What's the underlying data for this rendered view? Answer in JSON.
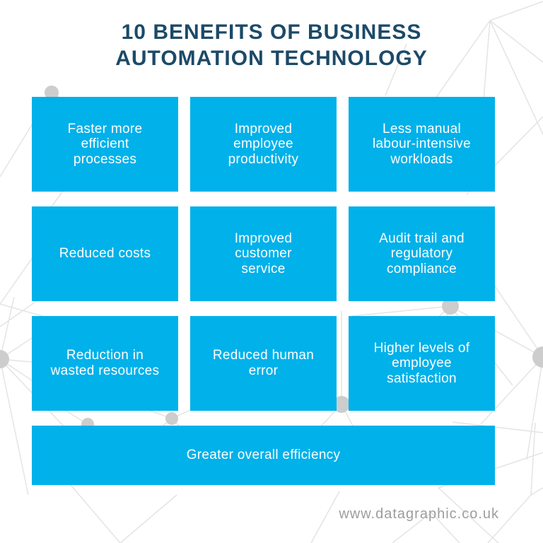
{
  "header": {
    "title": "10 BENEFITS OF BUSINESS\nAUTOMATION TECHNOLOGY"
  },
  "cards": {
    "items": [
      "Faster more\nefficient\nprocesses",
      "Improved\nemployee\nproductivity",
      "Less manual\nlabour-intensive\nworkloads",
      "Reduced costs",
      "Improved\ncustomer\nservice",
      "Audit trail and\nregulatory\ncompliance",
      "Reduction in\nwasted resources",
      "Reduced human\nerror",
      "Higher levels of\nemployee\nsatisfaction"
    ],
    "footer_item": "Greater overall efficiency"
  },
  "watermark": {
    "text": "www.datagraphic.co.uk"
  },
  "colors": {
    "card_background": "#00b1ea",
    "card_text": "#ffffff",
    "title_text": "#1c4a68",
    "watermark_text": "#9d9d9d",
    "network_lines": "#e4e4e4",
    "network_nodes": "#cdcdcd",
    "page_background": "#ffffff"
  }
}
